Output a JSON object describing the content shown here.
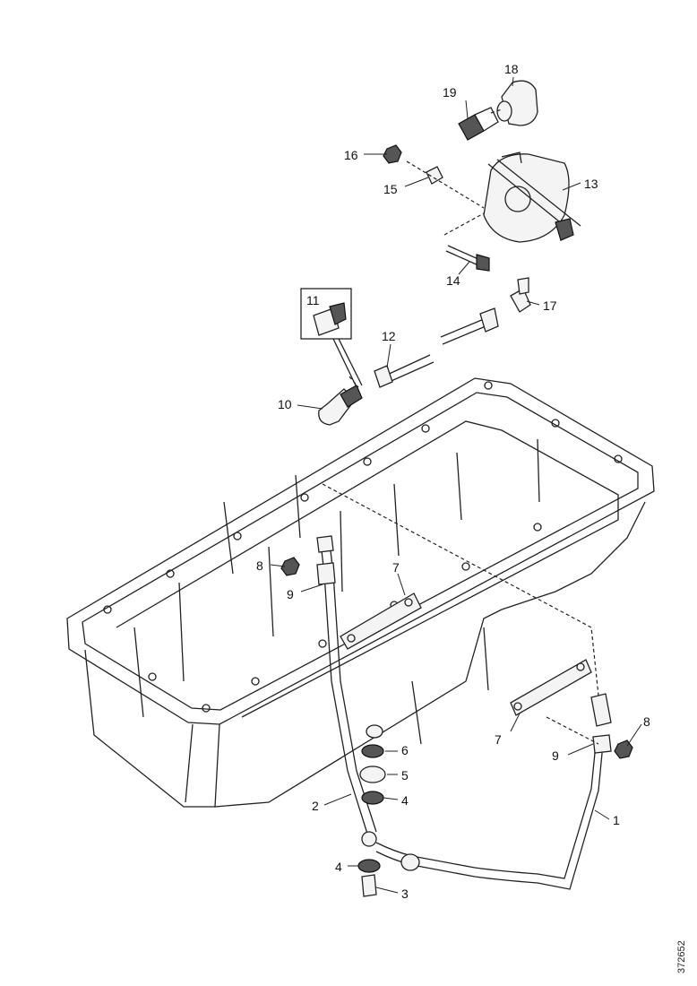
{
  "callouts": {
    "c1": "1",
    "c2": "2",
    "c3": "3",
    "c4a": "4",
    "c4b": "4",
    "c5": "5",
    "c6": "6",
    "c7a": "7",
    "c7b": "7",
    "c8a": "8",
    "c8b": "8",
    "c9a": "9",
    "c9b": "9",
    "c10": "10",
    "c11": "11",
    "c12": "12",
    "c13": "13",
    "c14": "14",
    "c15": "15",
    "c16": "16",
    "c17": "17",
    "c18": "18",
    "c19": "19"
  },
  "reference_code": "372652"
}
